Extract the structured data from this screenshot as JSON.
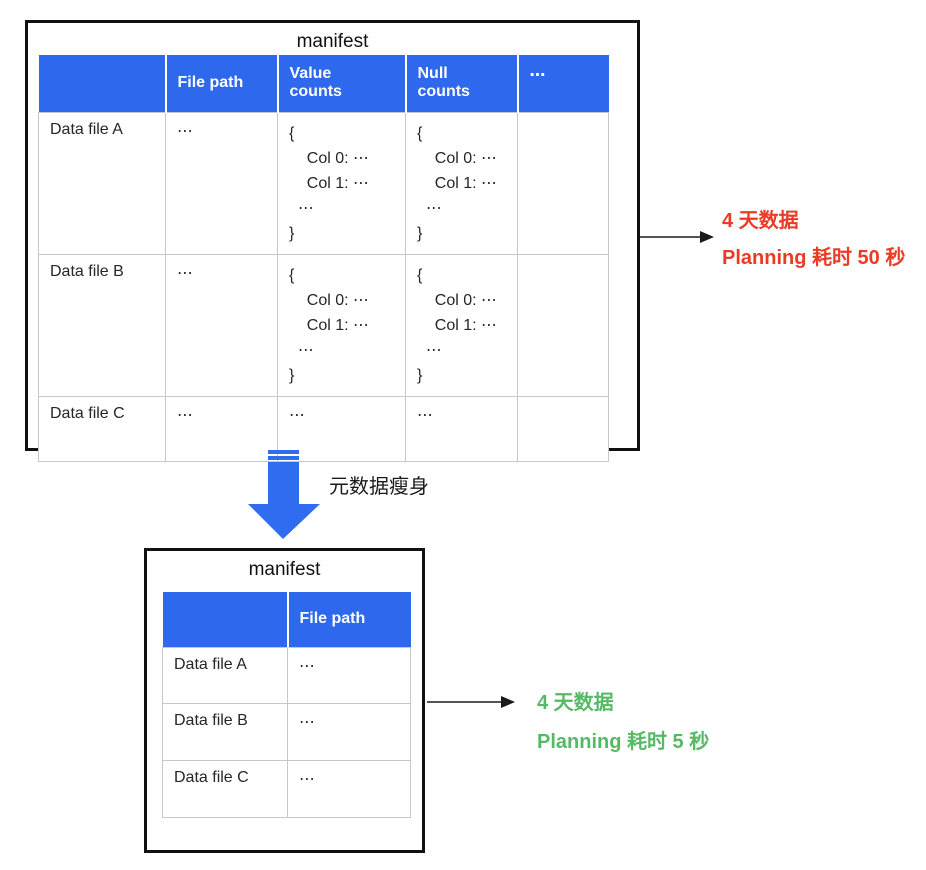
{
  "colors": {
    "accent_blue": "#2E68ED",
    "annotation_red": "#E93B26",
    "annotation_green": "#56B966",
    "grid_gray": "#C8C8C8"
  },
  "top_table": {
    "title": "manifest",
    "headers": [
      "",
      "File path",
      "Value counts",
      "Null counts",
      "⋯"
    ],
    "rows": [
      {
        "label": "Data file A",
        "file_path": "⋯",
        "value_counts": "{\n    Col 0: ⋯\n    Col 1: ⋯\n  ⋯\n}",
        "null_counts": "{\n    Col 0: ⋯\n    Col 1: ⋯\n  ⋯\n}",
        "more": ""
      },
      {
        "label": "Data file B",
        "file_path": "⋯",
        "value_counts": "{\n    Col 0: ⋯\n    Col 1: ⋯\n  ⋯\n}",
        "null_counts": "{\n    Col 0: ⋯\n    Col 1: ⋯\n  ⋯\n}",
        "more": ""
      },
      {
        "label": "Data file C",
        "file_path": "⋯",
        "value_counts": "⋯",
        "null_counts": "⋯",
        "more": ""
      }
    ]
  },
  "transform": {
    "label": "元数据瘦身"
  },
  "bottom_table": {
    "title": "manifest",
    "headers": [
      "",
      "File path"
    ],
    "rows": [
      {
        "label": "Data file A",
        "file_path": "⋯"
      },
      {
        "label": "Data file B",
        "file_path": "⋯"
      },
      {
        "label": "Data file C",
        "file_path": "⋯"
      }
    ]
  },
  "annotations": {
    "before": {
      "line1": "4 天数据",
      "line2": "Planning 耗时 50 秒"
    },
    "after": {
      "line1": "4 天数据",
      "line2": "Planning 耗时 5 秒"
    }
  }
}
